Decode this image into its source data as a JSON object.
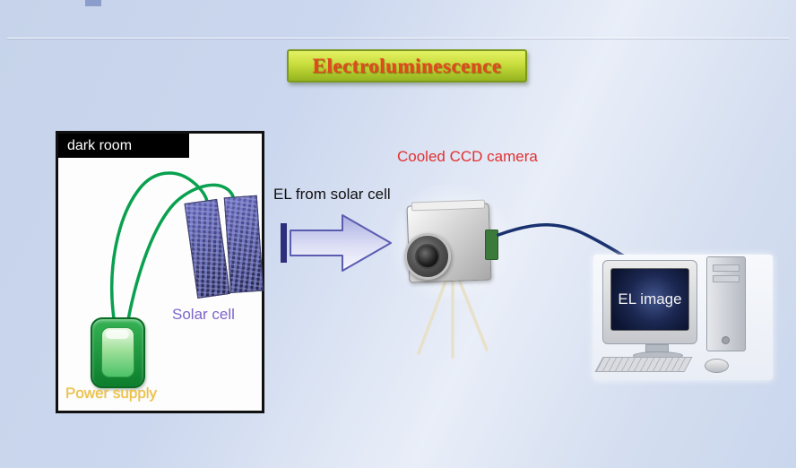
{
  "slide": {
    "title": "Electroluminescence",
    "labels": {
      "dark_room": "dark room",
      "el_from_solar_cell": "EL from solar cell",
      "cooled_ccd_camera": "Cooled CCD camera",
      "solar_cell": "Solar cell",
      "power_supply": "Power supply",
      "el_image": "EL image"
    },
    "colors": {
      "title_text": "#e2491f",
      "banner_gradient_top": "#e4f163",
      "banner_gradient_bottom": "#95b41f",
      "banner_border": "#7d9a1e",
      "camera_label_text": "#e23030",
      "solar_cell_label_text": "#7d64c9",
      "power_supply_label_text": "#eec23e",
      "wire_green": "#09a14f",
      "arrow_outline": "#5b5bb0",
      "cable_navy": "#19316f",
      "dark_room_header_bg": "#000000"
    }
  }
}
